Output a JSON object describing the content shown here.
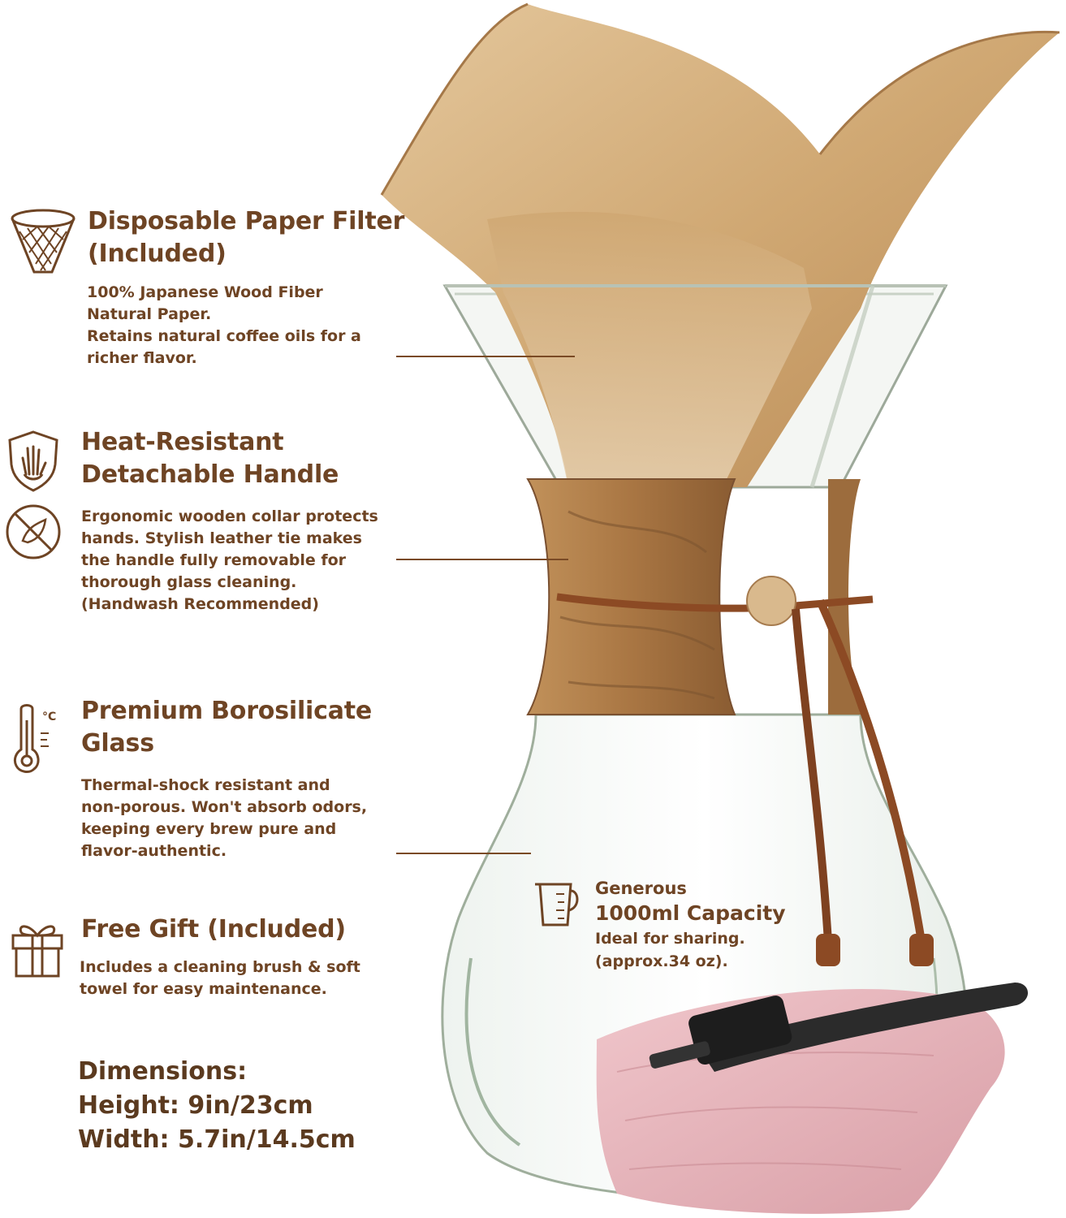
{
  "features": [
    {
      "id": "paper-filter",
      "icon": "filter-cone-icon",
      "title_lines": [
        "Disposable Paper Filter",
        "(Included)"
      ],
      "body_lines": [
        "100% Japanese Wood Fiber",
        "Natural Paper.",
        "Retains natural coffee oils for a",
        "richer flavor."
      ]
    },
    {
      "id": "handle",
      "icon": "shield-hand-icon",
      "title_lines": [
        "Heat-Resistant",
        "Detachable Handle"
      ],
      "body_lines": [
        "Ergonomic wooden collar protects",
        "hands. Stylish leather tie makes",
        "the handle fully removable for",
        "thorough glass cleaning.",
        "(Handwash Recommended)"
      ]
    },
    {
      "id": "glass",
      "icon": "thermometer-icon",
      "title_lines": [
        "Premium Borosilicate",
        "Glass"
      ],
      "body_lines": [
        "Thermal-shock resistant and",
        "non-porous. Won't absorb odors,",
        "keeping every brew pure and",
        "flavor-authentic."
      ]
    },
    {
      "id": "gift",
      "icon": "gift-box-icon",
      "title_lines": [
        "Free Gift (Included)"
      ],
      "body_lines": [
        "Includes a cleaning brush & soft",
        "towel for easy maintenance."
      ]
    }
  ],
  "capacity": {
    "icon": "measuring-cup-icon",
    "line1": "Generous",
    "line2": "1000ml Capacity",
    "line3": "Ideal for sharing.",
    "line4": "(approx.34 oz)."
  },
  "dimensions": {
    "heading": "Dimensions:",
    "height": "Height: 9in/23cm",
    "width": "Width: 5.7in/14.5cm"
  },
  "colors": {
    "text_brown": "#6e4424",
    "filter_paper": "#c79e6a",
    "wood_collar": "#b8864f",
    "leather_tie": "#8c4a24",
    "towel_pink": "#e8b7bd",
    "brush_black": "#262626"
  }
}
